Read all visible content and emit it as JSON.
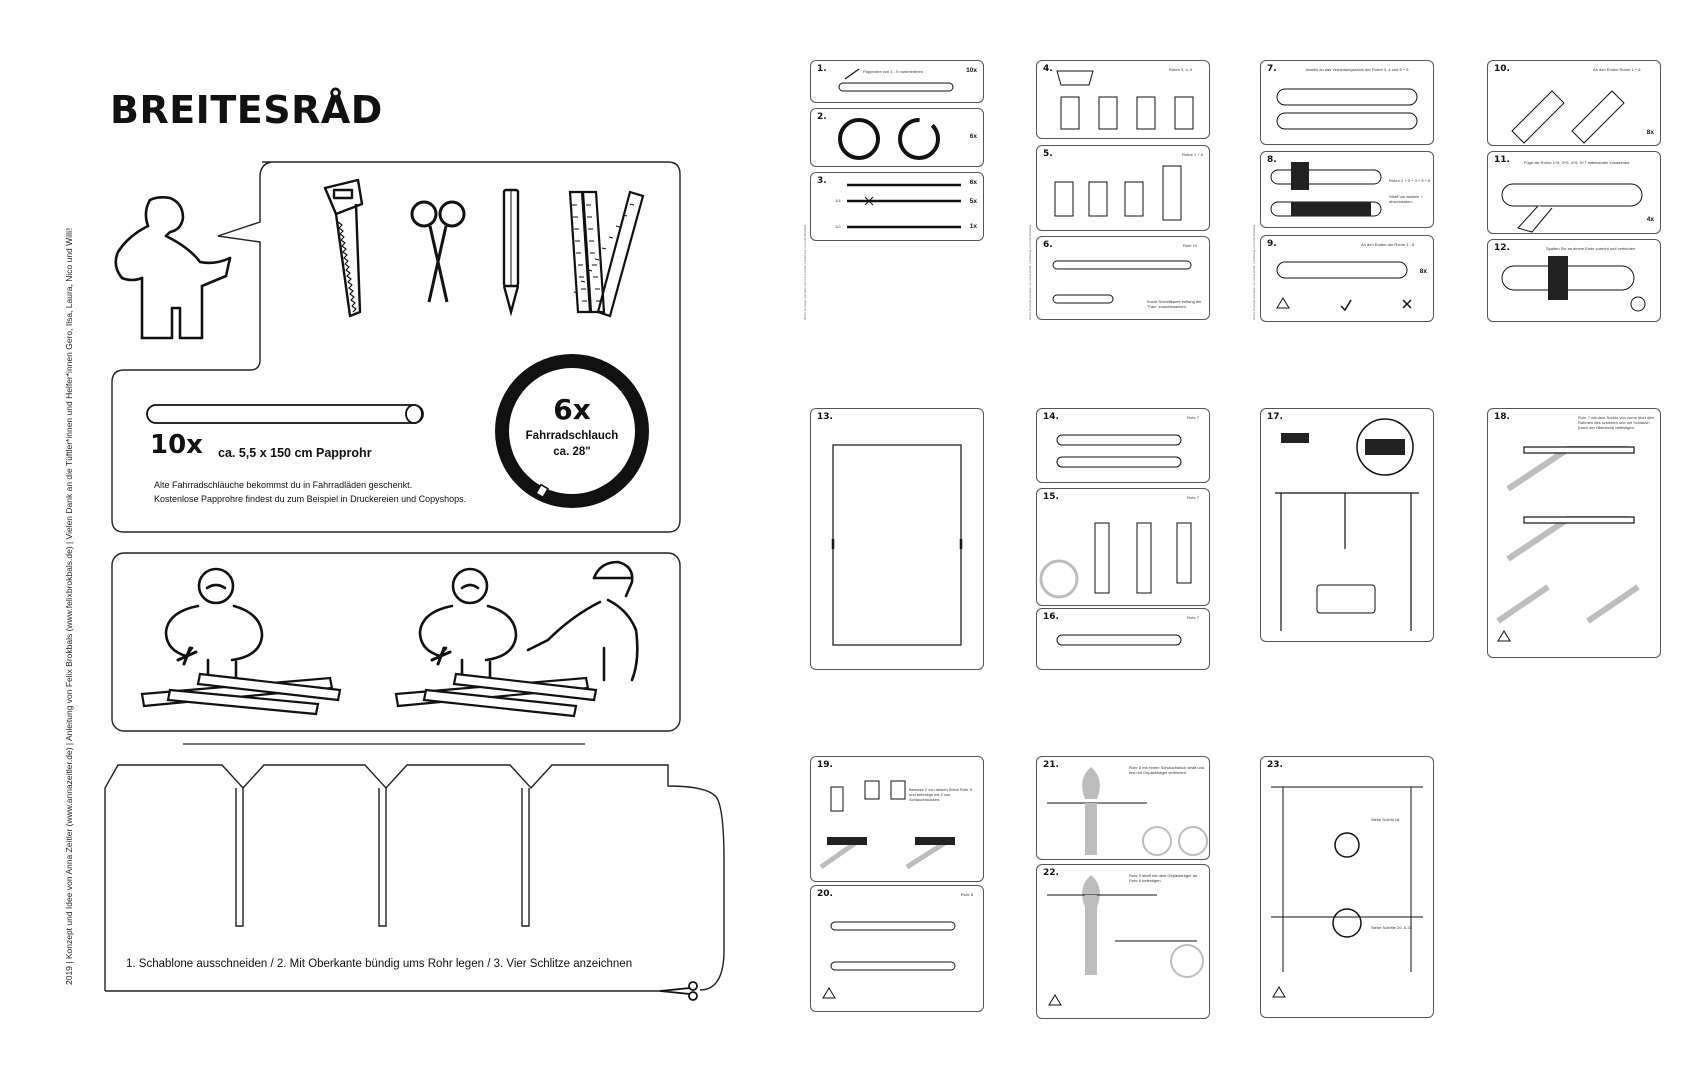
{
  "title": "BREITESRÅD",
  "credits": "2019   |   Konzept und Idee von Anna Zeitler (www.annazeitler.de)   |   Anleitung von Felix Brokbals (www.felixbrokbals.de)   |   Vielen Dank an die Tüftler*innen und Helfer*innen Gero, Ilsa, Laura, Nico und Willi!",
  "materials": {
    "tube_qty": "10x",
    "tube_desc": "ca. 5,5 x 150 cm Papprohr",
    "inner_tube_qty": "6x",
    "inner_tube_name": "Fahrradschlauch",
    "inner_tube_size": "ca. 28\"",
    "note_line1": "Alte Fahrradschläuche bekommst du in Fahrradläden geschenkt.",
    "note_line2": "Kostenlose Papprohre findest du zum Beispiel in Druckereien und Copyshops."
  },
  "tools": [
    "saw-icon",
    "scissors-icon",
    "pencil-icon",
    "folding-ruler-icon"
  ],
  "template_instructions": "1. Schablone ausschneiden  /  2. Mit Oberkante bündig ums Rohr legen  /  3. Vier Schlitze anzeichnen",
  "steps": {
    "s1": {
      "num": "1.",
      "note": "Papprohre von 1 - 9 nummerieren",
      "qty": "10x"
    },
    "s2": {
      "num": "2.",
      "qty": "6x"
    },
    "s3": {
      "num": "3.",
      "qty1": "6x",
      "qty2": "5x",
      "qty3": "1x",
      "frac1": "1/4",
      "frac2": "1/2"
    },
    "s4": {
      "num": "4.",
      "note": "Rohre 3, 4, 5"
    },
    "s5": {
      "num": "5.",
      "note": "Rohre 1 + 6"
    },
    "s6": {
      "num": "6.",
      "note": "Rohr 10",
      "note2": "Kurze Schnittkante entlang der \"Falz\" zurechtmachen."
    },
    "s7": {
      "num": "7.",
      "note": "Jeweils an das Verbindungsstück der Rohre 3, 4 und 5 + 6"
    },
    "s8": {
      "num": "8.",
      "note": "Rohre 2 + 3 + 4 + 5 + 6",
      "note2": "Straff um wickeln + abschneiden."
    },
    "s9": {
      "num": "9.",
      "note": "An den Enden der Rohre 1 - 6",
      "qty": "8x"
    },
    "s10": {
      "num": "10.",
      "note": "An den Enden Rohre 1 + 6",
      "qty": "8x"
    },
    "s11": {
      "num": "11.",
      "note": "Füge die Rohre 1+5, 3+5, 4+5, 5+7 miteinander zusammen.",
      "qty": "4x"
    },
    "s12": {
      "num": "12.",
      "note": "Spalten Sie an einem Ende zurecht und verbinden."
    },
    "s13": {
      "num": "13."
    },
    "s14": {
      "num": "14.",
      "note": "Rohr 7"
    },
    "s15": {
      "num": "15.",
      "note": "Rohr 7"
    },
    "s16": {
      "num": "16.",
      "note": "Rohr 7"
    },
    "s17": {
      "num": "17."
    },
    "s18": {
      "num": "18.",
      "note": "Rohr 7 mit dem Schlitz von vorne über den Rahmen des schieben und mit Schlauch (nach der Übersicht) befestigen."
    },
    "s19": {
      "num": "19.",
      "note": "Benutze 2 von deinen Stück Rohr 9 und befestige mit 2 von Schlauchstücken."
    },
    "s20": {
      "num": "20.",
      "note": "Rohr 8"
    },
    "s21": {
      "num": "21.",
      "note": "Rohr 8 mit einem Schlauchstück straff und fest mit Gepäckträger verbinden."
    },
    "s22": {
      "num": "22.",
      "note": "Rohr 9 straff mit dem Gepäckträger an Rohr 8 befestigen."
    },
    "s23": {
      "num": "23.",
      "label1": "Siehe Schritt 18.",
      "label2": "Siehe Schritte 20. & 22."
    }
  },
  "colors": {
    "ink": "#111111",
    "panel_border": "#555555",
    "bike_gray": "#bdbdbd"
  }
}
